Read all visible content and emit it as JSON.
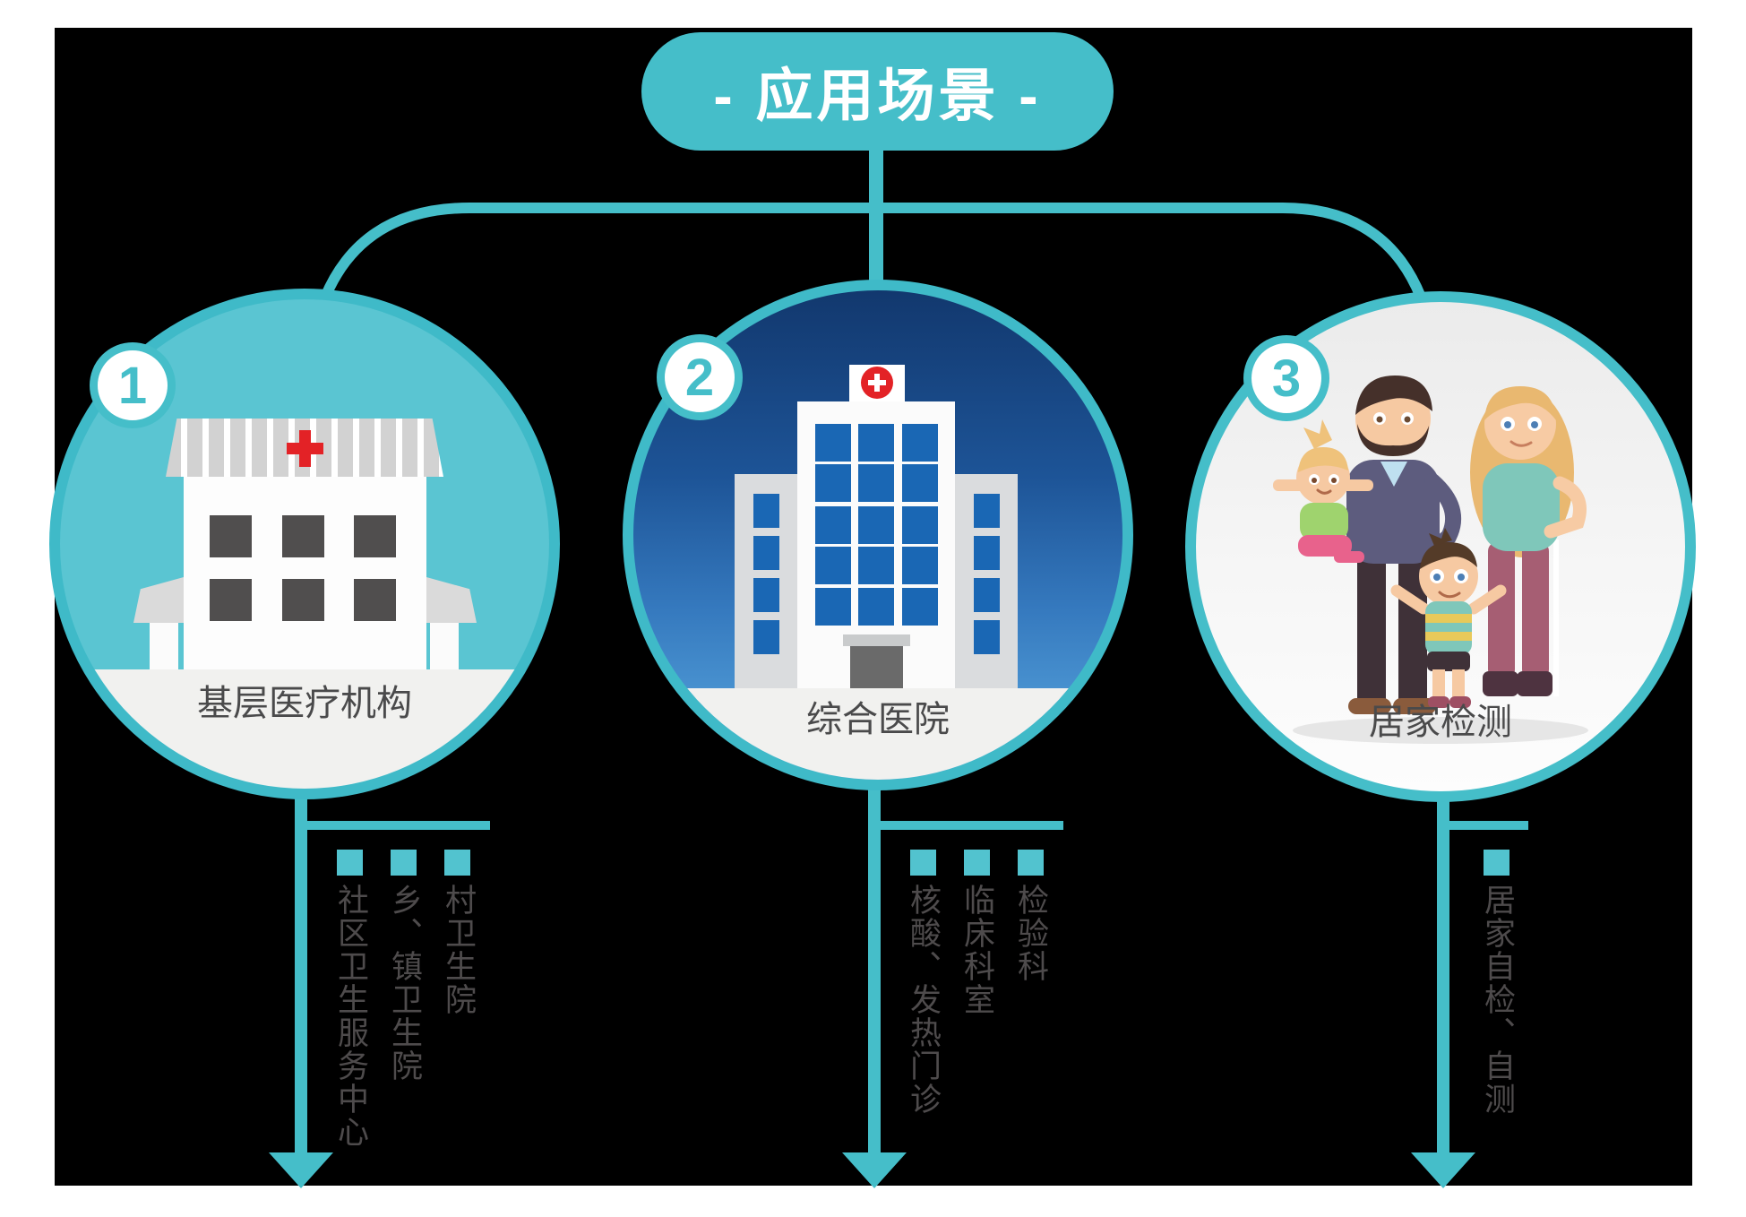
{
  "title": {
    "text": "- 应用场景 -"
  },
  "scenes": [
    {
      "number": "1",
      "label": "基层医疗机构",
      "icon": "clinic-building",
      "items": [
        "村卫生院",
        "乡、镇卫生院",
        "社区卫生服务中心"
      ]
    },
    {
      "number": "2",
      "label": "综合医院",
      "icon": "hospital-building",
      "items": [
        "检验科",
        "临床科室",
        "核酸、发热门诊"
      ]
    },
    {
      "number": "3",
      "label": "居家检测",
      "icon": "family",
      "items": [
        "居家自检、自测"
      ]
    }
  ],
  "colors": {
    "teal": "#45BEC9",
    "teal_fill": "#5AC5D2",
    "bullet": "#52C3CF",
    "hospital_blue_top": "#12386E",
    "hospital_blue_bottom": "#4F9AD6",
    "window_blue": "#1A67B4",
    "window_dark": "#504E4E",
    "red_cross": "#E32226",
    "ground": "#F1F1EF",
    "label_text": "#4A4A4B",
    "list_text": "#4E4B4C"
  }
}
